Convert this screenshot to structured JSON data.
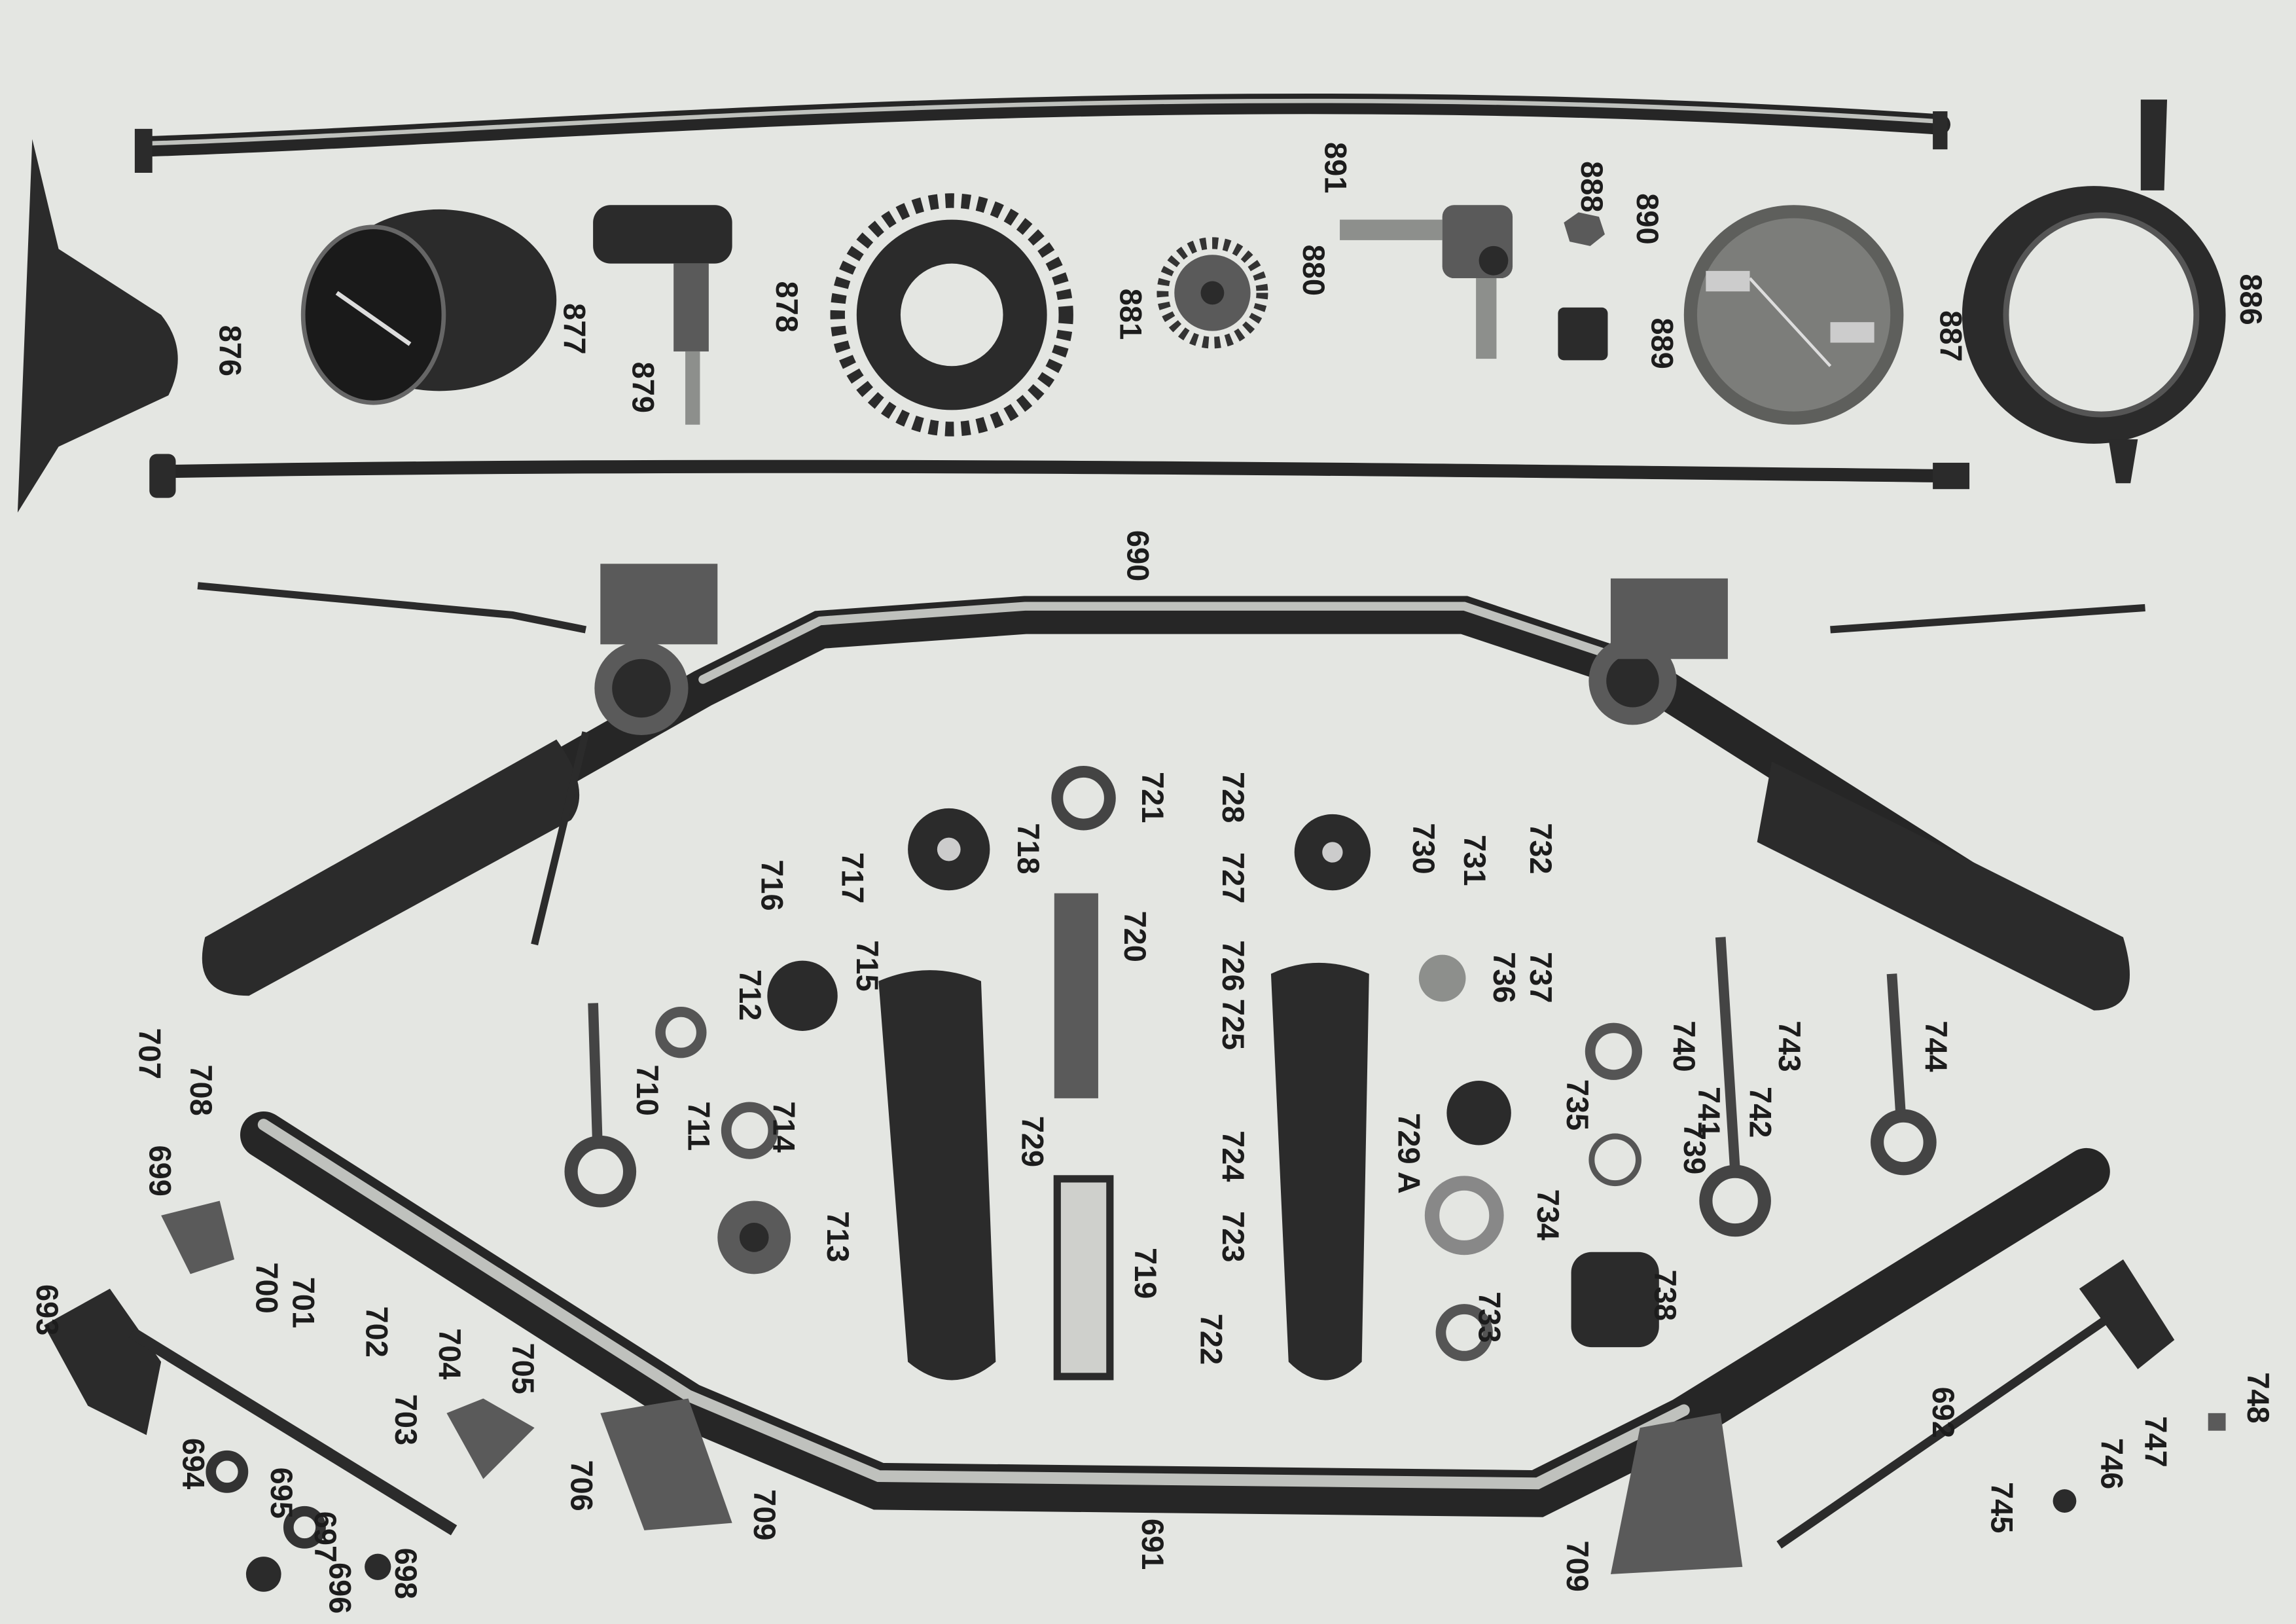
{
  "diagram": {
    "type": "exploded parts catalog illustration",
    "part_labels": {
      "p876": "876",
      "p877": "877",
      "p878": "878",
      "p879": "879",
      "p880": "880",
      "p881": "881",
      "p886": "886",
      "p887": "887",
      "p888": "888",
      "p889": "889",
      "p890": "890",
      "p891": "891",
      "p690": "690",
      "p691": "691",
      "p692": "692",
      "p693": "693",
      "p694": "694",
      "p695": "695",
      "p696": "696",
      "p697": "697",
      "p698": "698",
      "p699": "699",
      "p700": "700",
      "p701": "701",
      "p702": "702",
      "p703": "703",
      "p704": "704",
      "p705": "705",
      "p706": "706",
      "p707": "707",
      "p708": "708",
      "p709a": "709",
      "p709b": "709",
      "p710": "710",
      "p711": "711",
      "p712": "712",
      "p713": "713",
      "p714": "714",
      "p715": "715",
      "p716": "716",
      "p717": "717",
      "p718": "718",
      "p719": "719",
      "p720": "720",
      "p721": "721",
      "p722": "722",
      "p723": "723",
      "p724": "724",
      "p725": "725",
      "p726": "726",
      "p727": "727",
      "p728": "728",
      "p729": "729",
      "p729a": "729 A",
      "p730": "730",
      "p731": "731",
      "p732": "732",
      "p733": "733",
      "p734": "734",
      "p735": "735",
      "p736": "736",
      "p737": "737",
      "p738": "738",
      "p739": "739",
      "p740": "740",
      "p741": "741",
      "p742": "742",
      "p743": "743",
      "p744": "744",
      "p745": "745",
      "p746": "746",
      "p747": "747",
      "p748": "748"
    }
  }
}
